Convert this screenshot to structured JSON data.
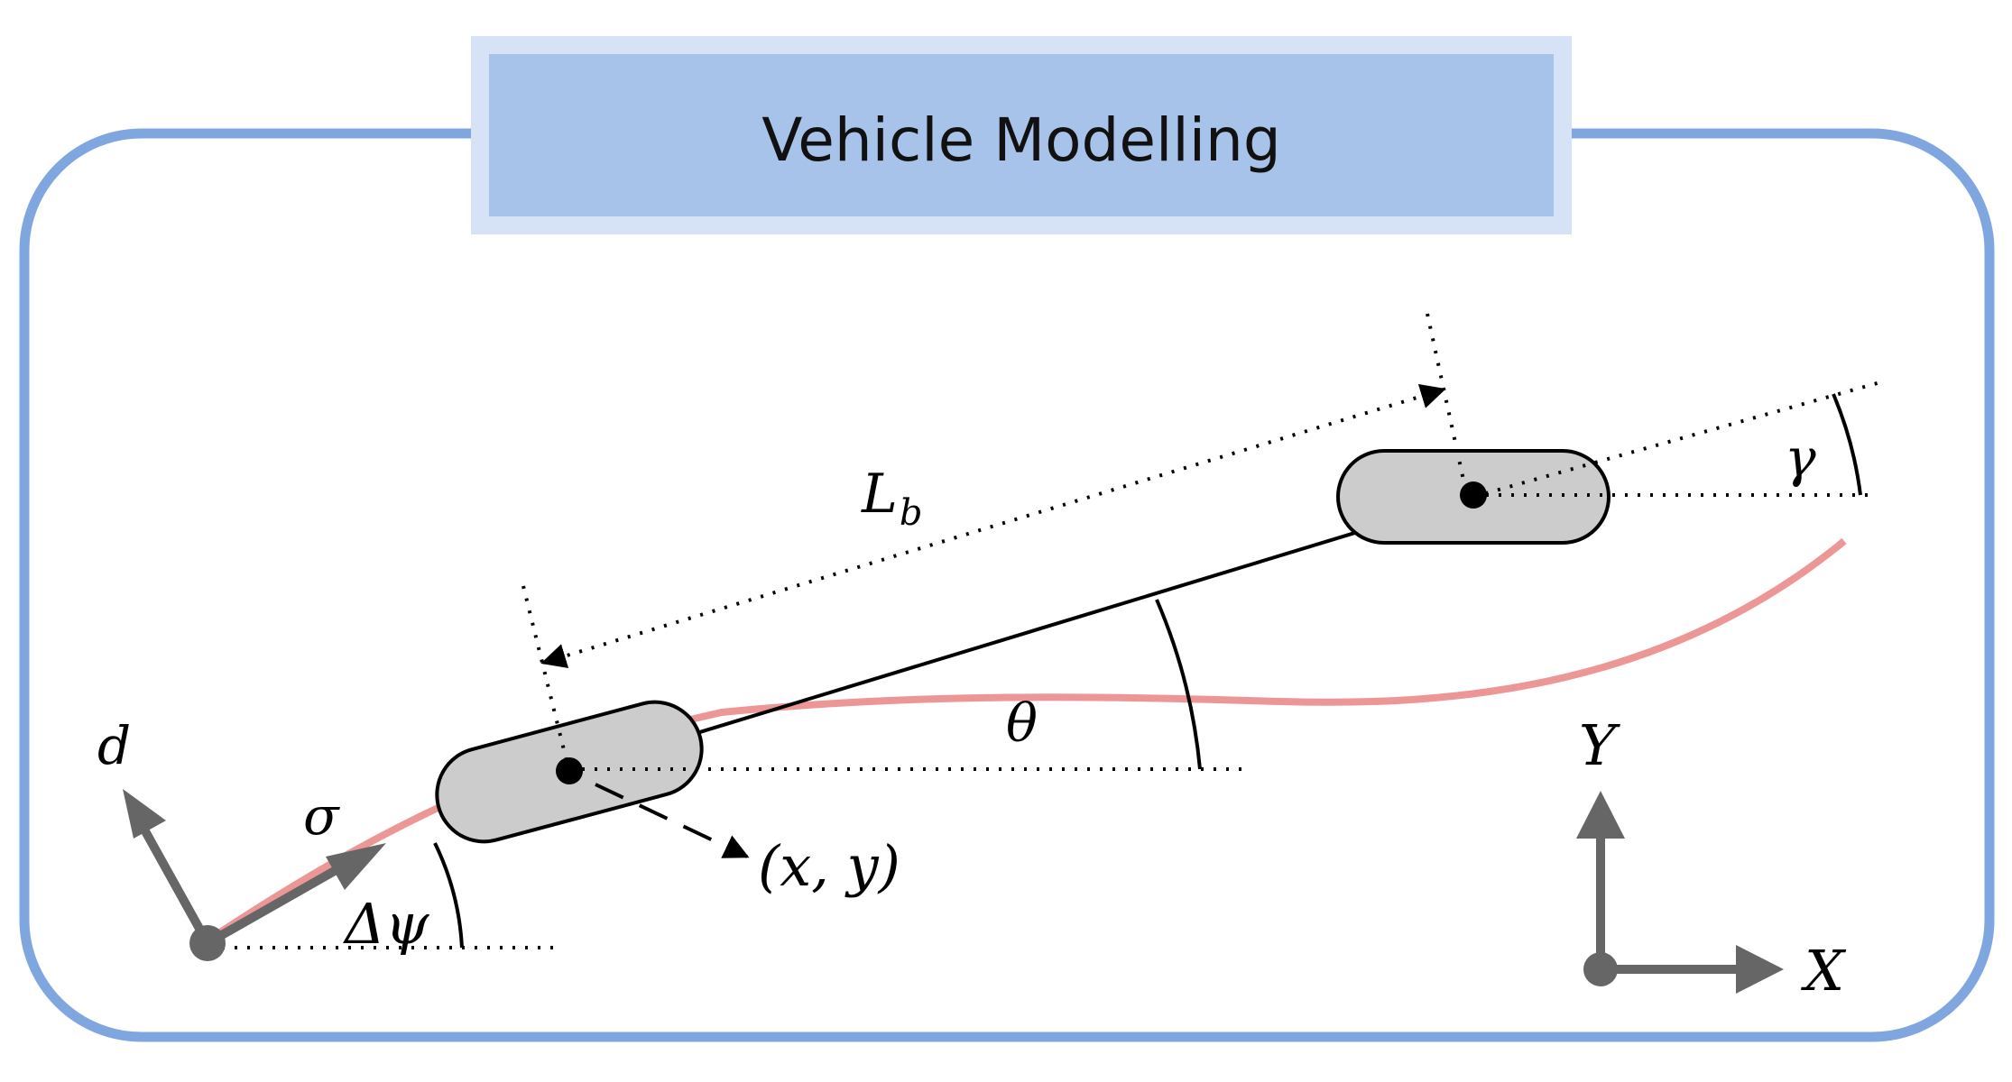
{
  "title": "Vehicle Modelling",
  "colors": {
    "frame": "#7fa6de",
    "title_fill": "#a8c3ea",
    "title_outer": "#d6e2f5",
    "wheel_fill": "#cccccc",
    "path": "#ec9696",
    "frenet_axes": "#666666",
    "ink": "#000000"
  },
  "labels": {
    "wheelbase": "L",
    "wheelbase_sub": "b",
    "heading": "θ",
    "steer": "γ",
    "position": "(x, y)",
    "frenet_d": "d",
    "frenet_sigma": "σ",
    "heading_error": "Δψ",
    "axis_y": "Y",
    "axis_x": "X"
  },
  "icons": {
    "rear_wheel": "rounded-rectangle-wheel",
    "front_wheel": "rounded-rectangle-wheel",
    "reference_path": "red-curve",
    "frenet_frame": "arrows-d-sigma",
    "world_frame": "arrows-x-y"
  }
}
